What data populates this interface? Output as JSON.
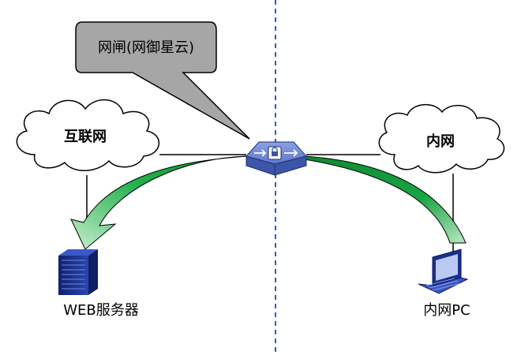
{
  "callout": {
    "text": "网闸(网御星云)"
  },
  "nodes": {
    "internet": {
      "label": "互联网"
    },
    "intranet": {
      "label": "内网"
    },
    "web_server": {
      "label": "WEB服务器"
    },
    "intranet_pc": {
      "label": "内网PC"
    }
  },
  "colors": {
    "arrow_fill": "#14a33c",
    "arrow_light": "#b6e6bf",
    "gateway_top": "#6f86d4",
    "gateway_side": "#3c55a8",
    "divider": "#3b54c8",
    "callout_fill": "#a6a6a6",
    "server": "#1b2f8f"
  },
  "icons": {
    "gateway": "network-gate-icon",
    "server": "server-tower-icon",
    "pc": "laptop-icon",
    "cloud": "cloud-icon"
  }
}
